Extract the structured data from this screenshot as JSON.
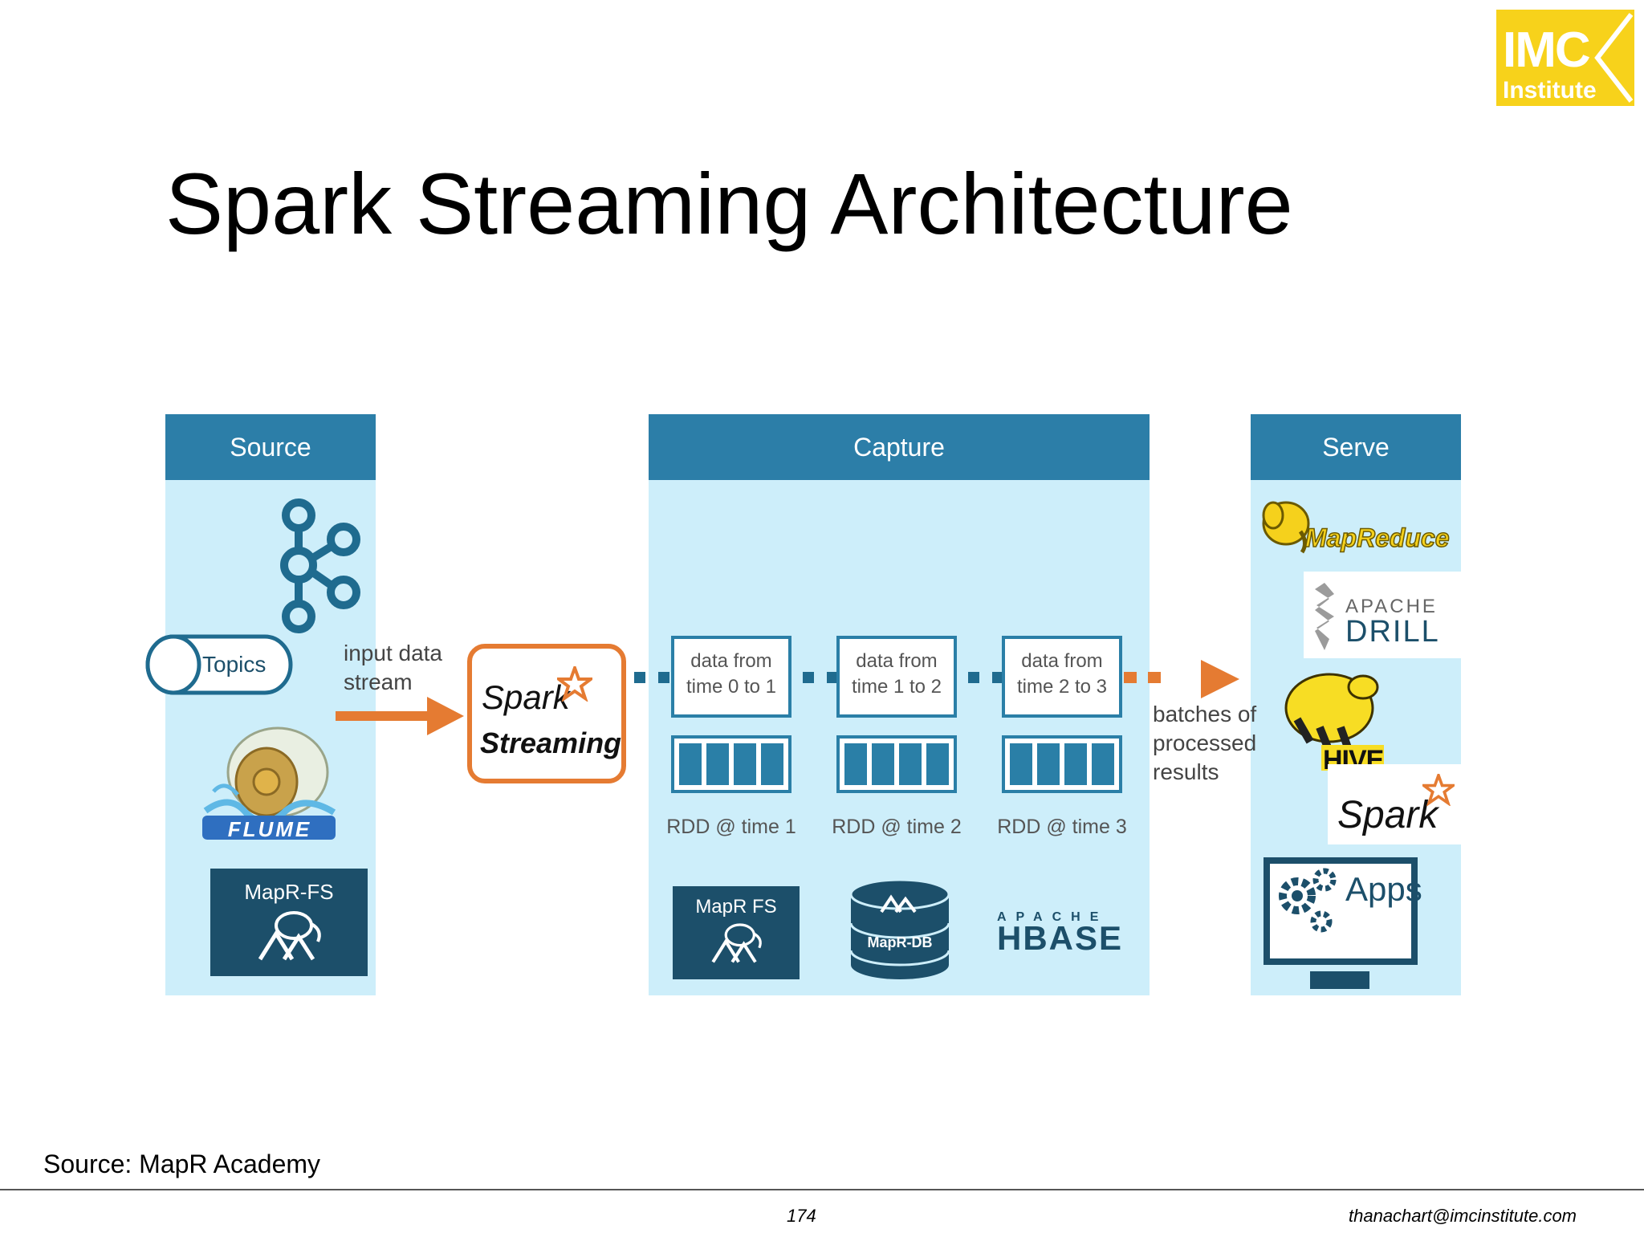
{
  "logo": {
    "line1": "IMC",
    "line2": "Institute"
  },
  "title": "Spark Streaming Architecture",
  "panels": {
    "source": "Source",
    "capture": "Capture",
    "serve": "Serve"
  },
  "source": {
    "topics": "Topics",
    "input_label": "input data\nstream",
    "mapr_fs": "MapR-FS",
    "flume": "FLUME"
  },
  "spark_streaming": {
    "line1": "Spark",
    "line2": "Streaming"
  },
  "batches": [
    {
      "text": "data from\ntime 0 to 1",
      "rdd": "RDD @ time 1"
    },
    {
      "text": "data from\ntime 1 to 2",
      "rdd": "RDD @ time 2"
    },
    {
      "text": "data from\ntime 2 to 3",
      "rdd": "RDD @ time 3"
    }
  ],
  "output_label": "batches of\nprocessed\nresults",
  "capture_storage": {
    "mapr_fs": "MapR FS",
    "mapr_db": "MapR-DB",
    "apache": "APACHE",
    "hbase": "HBASE"
  },
  "serve": {
    "mapreduce": "MapReduce",
    "drill_apache": "APACHE",
    "drill": "DRILL",
    "hive": "HIVE",
    "spark": "Spark",
    "apps": "Apps"
  },
  "footer": {
    "source": "Source: MapR Academy",
    "page": "174",
    "email": "thanachart@imcinstitute.com"
  },
  "colors": {
    "panel": "#cdeefa",
    "header": "#2c7ea8",
    "arrow": "#e57b32",
    "dark": "#1c4f6a",
    "logo": "#f7d21b"
  }
}
